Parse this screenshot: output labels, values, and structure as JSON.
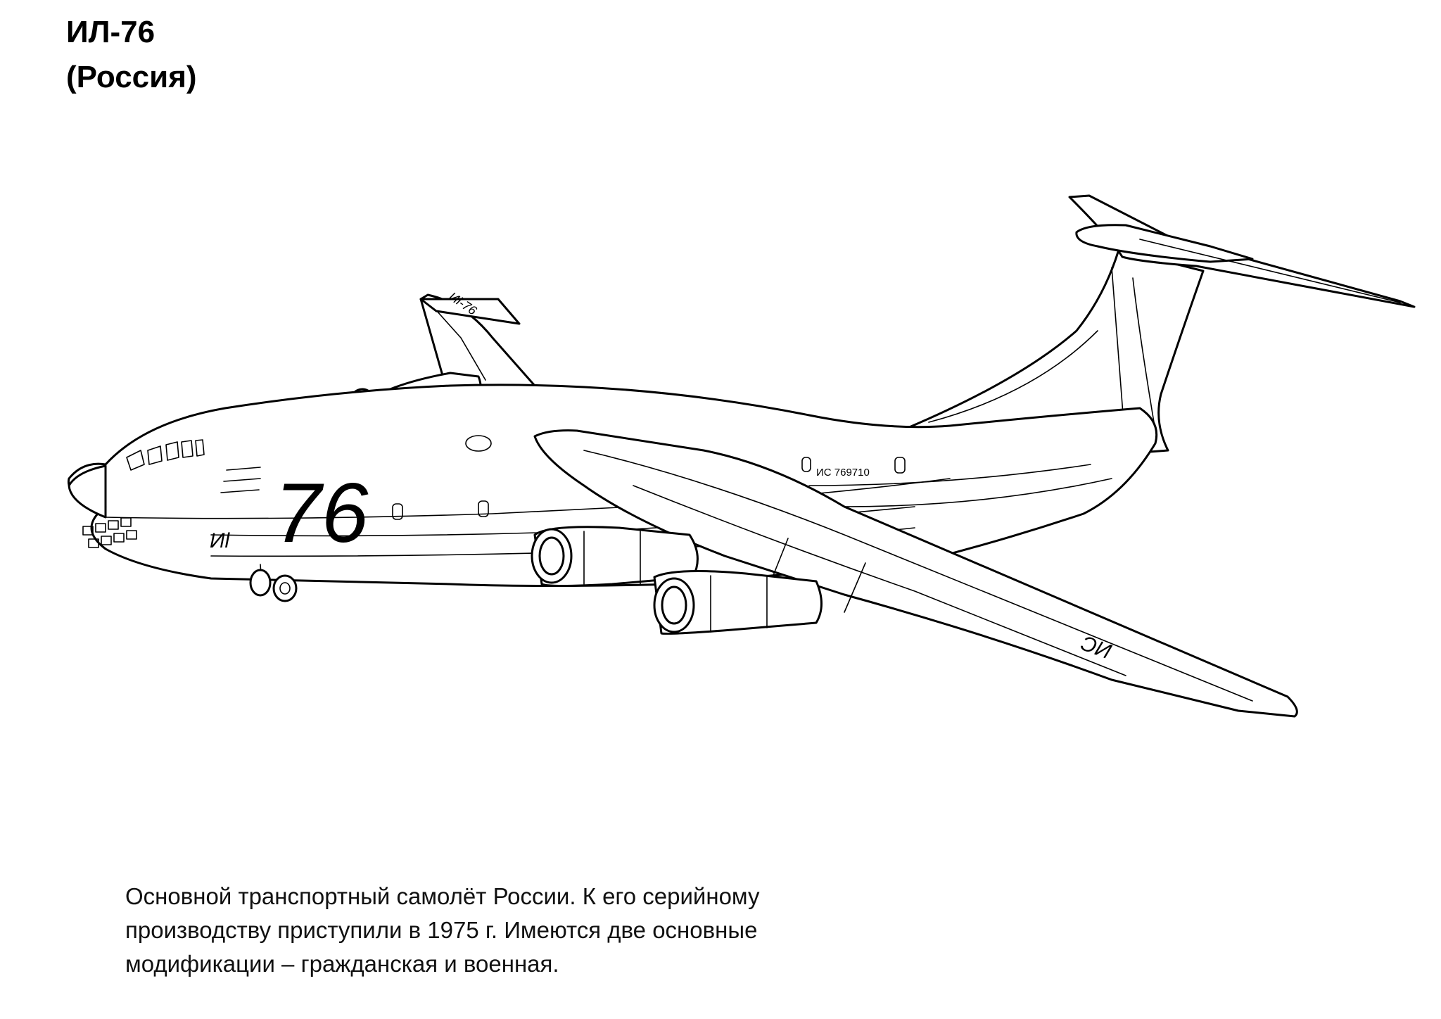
{
  "title": {
    "name": "ИЛ-76",
    "country": "(Россия)"
  },
  "aircraft_markings": {
    "big_number": "76",
    "script_label": "Иl",
    "registration": "ИС 769710",
    "tail_script": "Иl-76",
    "wing_code": "ИС"
  },
  "caption": {
    "lines": [
      "Основной транспортный самолёт России. К его серийному",
      "производству приступили в 1975 г. Имеются две основные",
      "модификации – гражданская и военная."
    ]
  }
}
